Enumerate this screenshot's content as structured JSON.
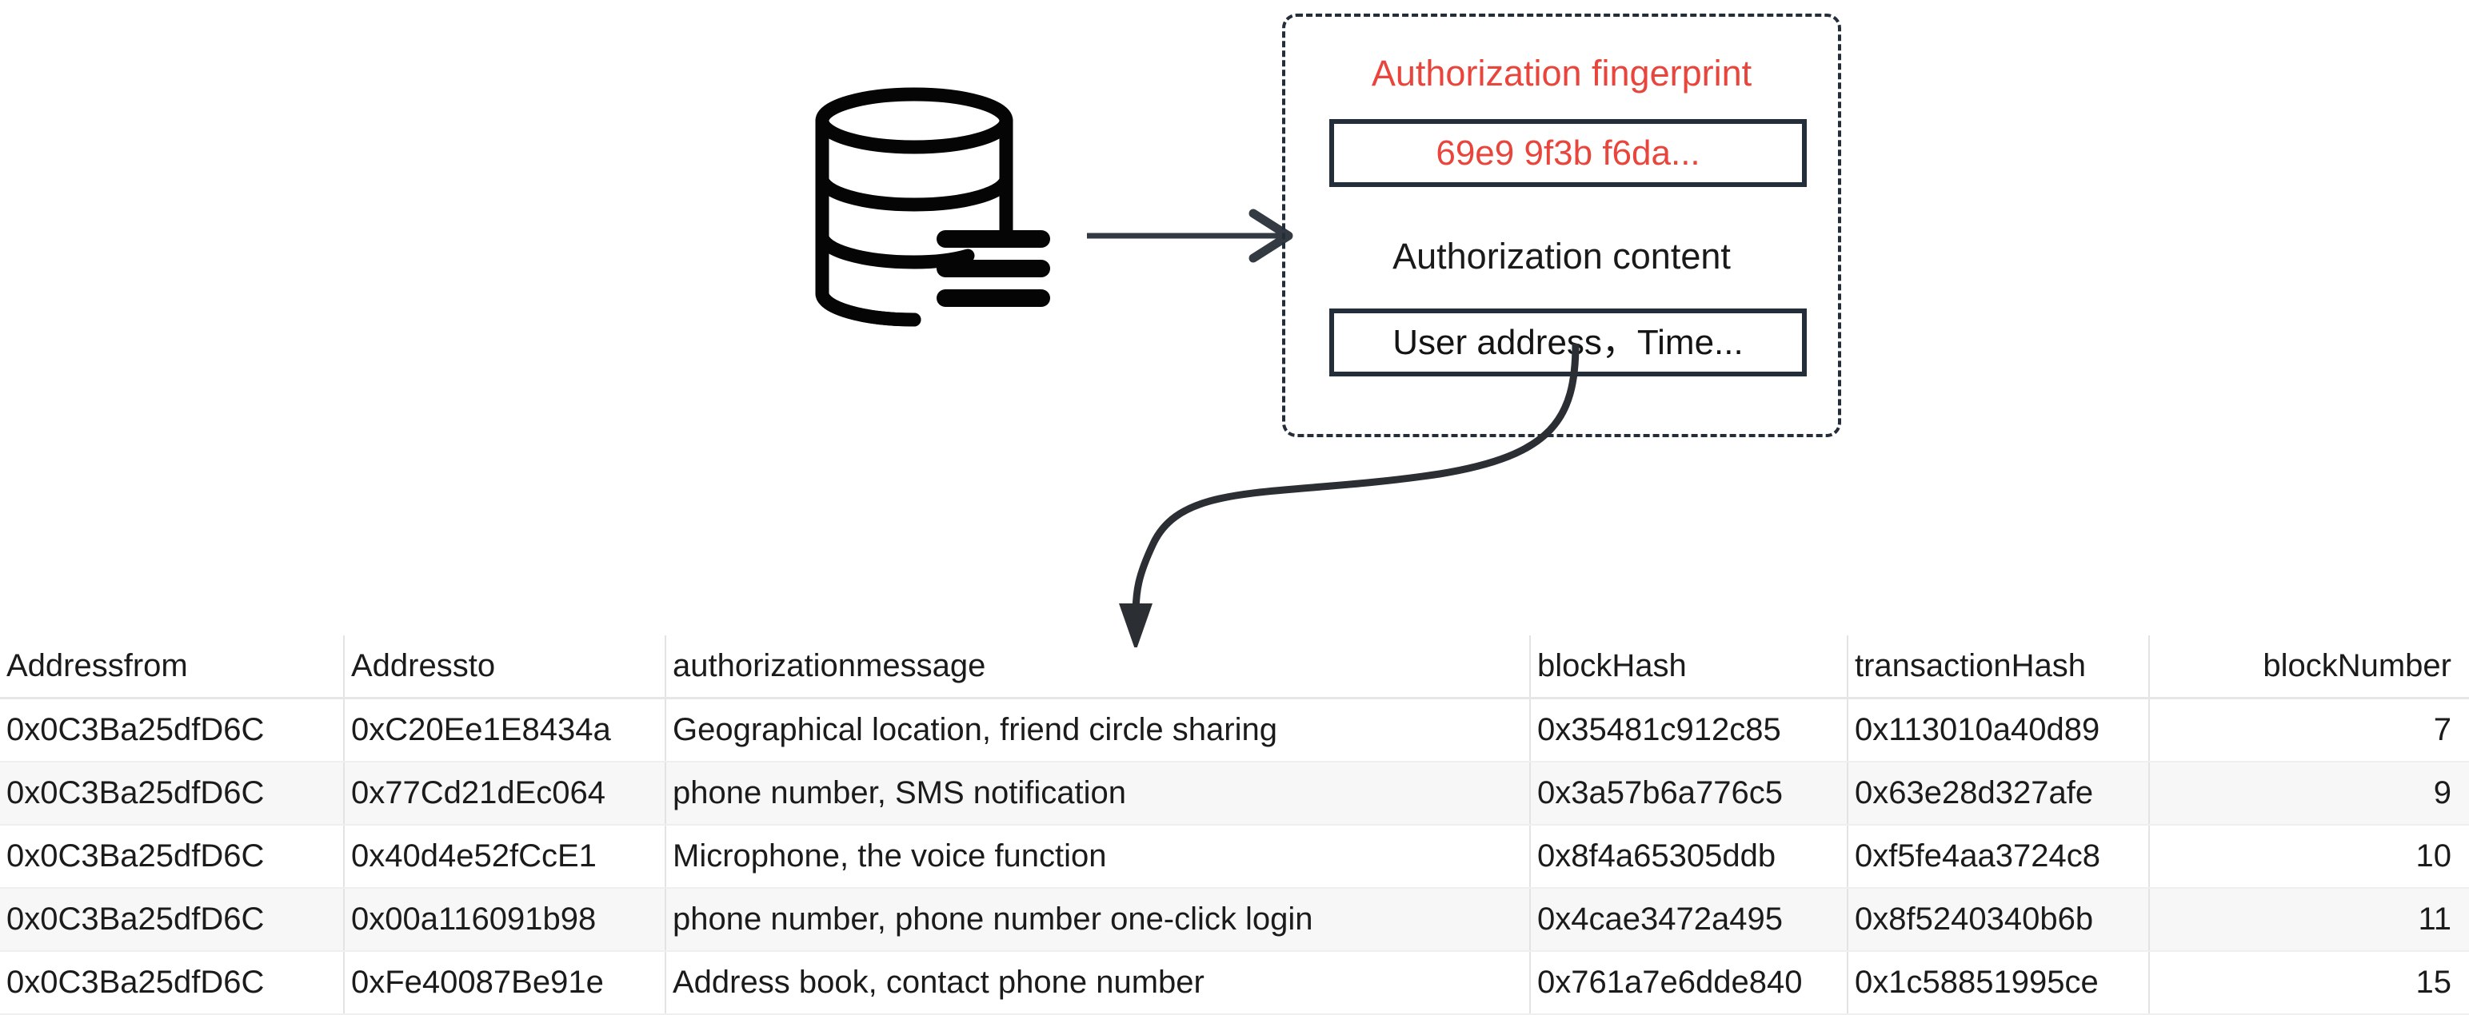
{
  "diagram": {
    "database_icon": "database-cylinder-icon",
    "flow_arrow": "right-arrow-icon",
    "curve_arrow": "curved-down-left-arrow-icon",
    "auth_block": {
      "fingerprint_label": "Authorization fingerprint",
      "fingerprint_value": "69e9 9f3b f6da...",
      "content_label": "Authorization content",
      "content_value": "User address，Time...",
      "accent_color": "#e8453c",
      "border_color": "#242e3a"
    }
  },
  "table": {
    "columns": [
      {
        "key": "addressfrom",
        "label": "Addressfrom",
        "align": "left"
      },
      {
        "key": "addressto",
        "label": "Addressto",
        "align": "left"
      },
      {
        "key": "authorizationmessage",
        "label": "authorizationmessage",
        "align": "left"
      },
      {
        "key": "blockhash",
        "label": "blockHash",
        "align": "left"
      },
      {
        "key": "transactionhash",
        "label": "transactionHash",
        "align": "left"
      },
      {
        "key": "blocknumber",
        "label": "blockNumber",
        "align": "right"
      }
    ],
    "rows": [
      {
        "addressfrom": "0x0C3Ba25dfD6C",
        "addressto": "0xC20Ee1E8434a",
        "authorizationmessage": "Geographical location, friend circle sharing",
        "blockhash": "0x35481c912c85",
        "transactionhash": "0x113010a40d89",
        "blocknumber": "7"
      },
      {
        "addressfrom": "0x0C3Ba25dfD6C",
        "addressto": "0x77Cd21dEc064",
        "authorizationmessage": "phone number, SMS notification",
        "blockhash": "0x3a57b6a776c5",
        "transactionhash": "0x63e28d327afe",
        "blocknumber": "9"
      },
      {
        "addressfrom": "0x0C3Ba25dfD6C",
        "addressto": "0x40d4e52fCcE1",
        "authorizationmessage": "Microphone, the voice function",
        "blockhash": "0x8f4a65305ddb",
        "transactionhash": "0xf5fe4aa3724c8",
        "blocknumber": "10"
      },
      {
        "addressfrom": "0x0C3Ba25dfD6C",
        "addressto": "0x00a116091b98",
        "authorizationmessage": "phone number, phone number one-click login",
        "blockhash": "0x4cae3472a495",
        "transactionhash": "0x8f5240340b6b",
        "blocknumber": "11"
      },
      {
        "addressfrom": "0x0C3Ba25dfD6C",
        "addressto": "0xFe40087Be91e",
        "authorizationmessage": "Address book, contact phone number",
        "blockhash": "0x761a7e6dde840",
        "transactionhash": "0x1c58851995ce",
        "blocknumber": "15"
      }
    ]
  }
}
